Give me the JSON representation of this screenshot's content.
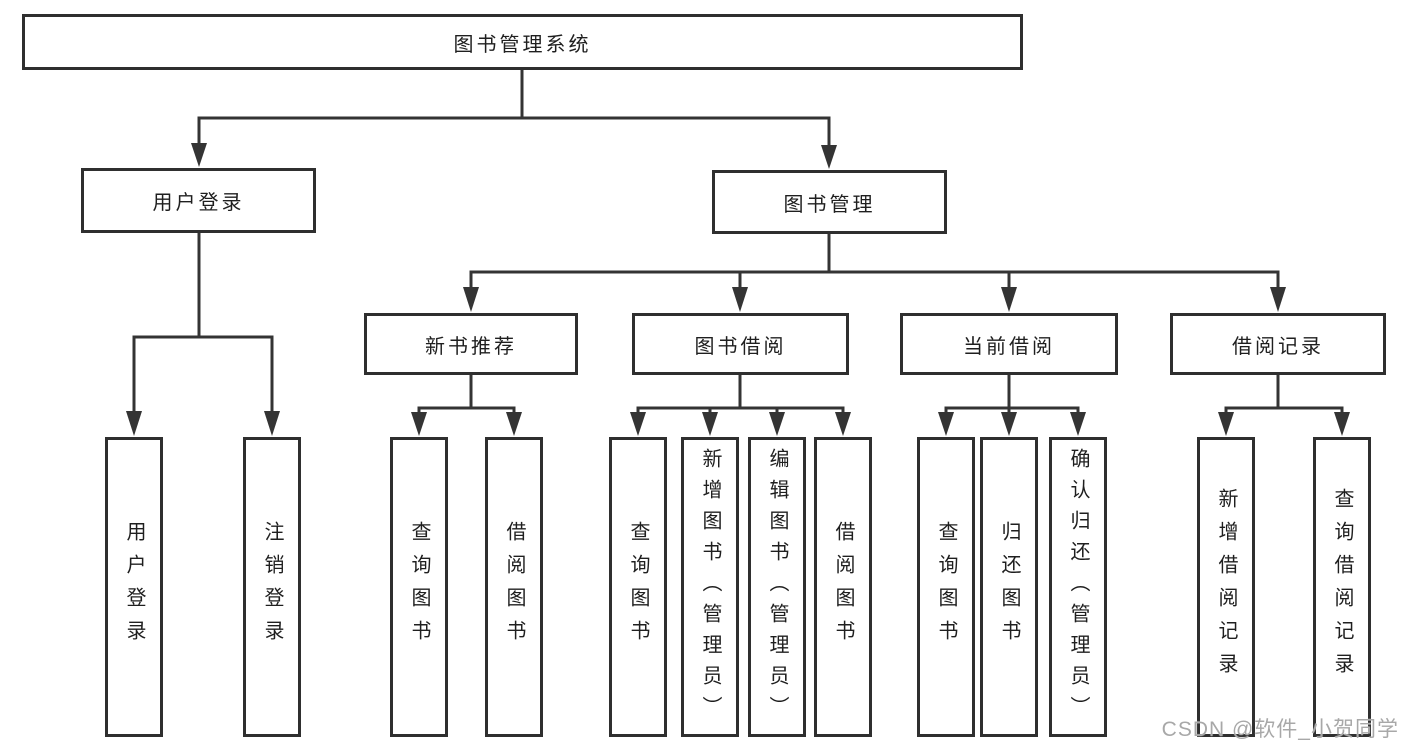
{
  "diagram_type": "tree",
  "colors": {
    "background": "#ffffff",
    "line": "#343434",
    "box_border": "#2f2f2f",
    "text": "#1f1f1f",
    "watermark": "#a8a8a8"
  },
  "tree": {
    "label": "图书管理系统",
    "children": [
      {
        "label": "用户登录",
        "children": [
          {
            "label": "用户登录"
          },
          {
            "label": "注销登录"
          }
        ]
      },
      {
        "label": "图书管理",
        "children": [
          {
            "label": "新书推荐",
            "children": [
              {
                "label": "查询图书"
              },
              {
                "label": "借阅图书"
              }
            ]
          },
          {
            "label": "图书借阅",
            "children": [
              {
                "label": "查询图书"
              },
              {
                "label": "新增图书（管理员）"
              },
              {
                "label": "编辑图书（管理员）"
              },
              {
                "label": "借阅图书"
              }
            ]
          },
          {
            "label": "当前借阅",
            "children": [
              {
                "label": "查询图书"
              },
              {
                "label": "归还图书"
              },
              {
                "label": "确认归还（管理员）"
              }
            ]
          },
          {
            "label": "借阅记录",
            "children": [
              {
                "label": "新增借阅记录"
              },
              {
                "label": "查询借阅记录"
              }
            ]
          }
        ]
      }
    ]
  },
  "watermark": {
    "text": "CSDN @软件_小贺同学"
  }
}
